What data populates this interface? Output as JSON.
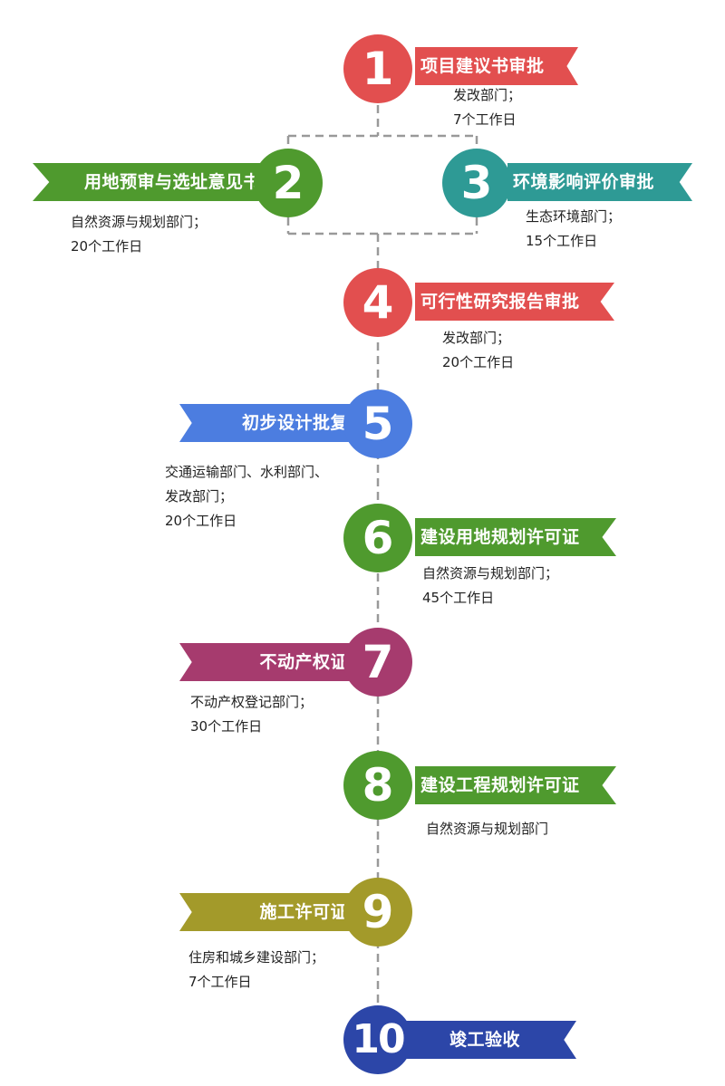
{
  "steps": [
    {
      "number": "1",
      "title": "项目建议书审批",
      "dept": "发改部门；",
      "time": "7个工作日",
      "color": "#e24f4f"
    },
    {
      "number": "2",
      "title": "用地预审与选址意见书",
      "dept": "自然资源与规划部门；",
      "time": "20个工作日",
      "color": "#4f9a2e"
    },
    {
      "number": "3",
      "title": "环境影响评价审批",
      "dept": "生态环境部门；",
      "time": "15个工作日",
      "color": "#2e9a95"
    },
    {
      "number": "4",
      "title": "可行性研究报告审批",
      "dept": "发改部门；",
      "time": "20个工作日",
      "color": "#e24f4f"
    },
    {
      "number": "5",
      "title": "初步设计批复",
      "dept": "交通运输部门、水利部门、",
      "dept2": "发改部门；",
      "time": "20个工作日",
      "color": "#4c7de0"
    },
    {
      "number": "6",
      "title": "建设用地规划许可证",
      "dept": "自然资源与规划部门；",
      "time": "45个工作日",
      "color": "#4f9a2e"
    },
    {
      "number": "7",
      "title": "不动产权证",
      "dept": "不动产权登记部门；",
      "time": "30个工作日",
      "color": "#a63b6e"
    },
    {
      "number": "8",
      "title": "建设工程规划许可证",
      "dept": "自然资源与规划部门",
      "time": "",
      "color": "#4f9a2e"
    },
    {
      "number": "9",
      "title": "施工许可证",
      "dept": "住房和城乡建设部门；",
      "time": "7个工作日",
      "color": "#a39a2a"
    },
    {
      "number": "10",
      "title": "竣工验收",
      "dept": "",
      "time": "",
      "color": "#2c46a8"
    }
  ],
  "connector_color": "#999999"
}
